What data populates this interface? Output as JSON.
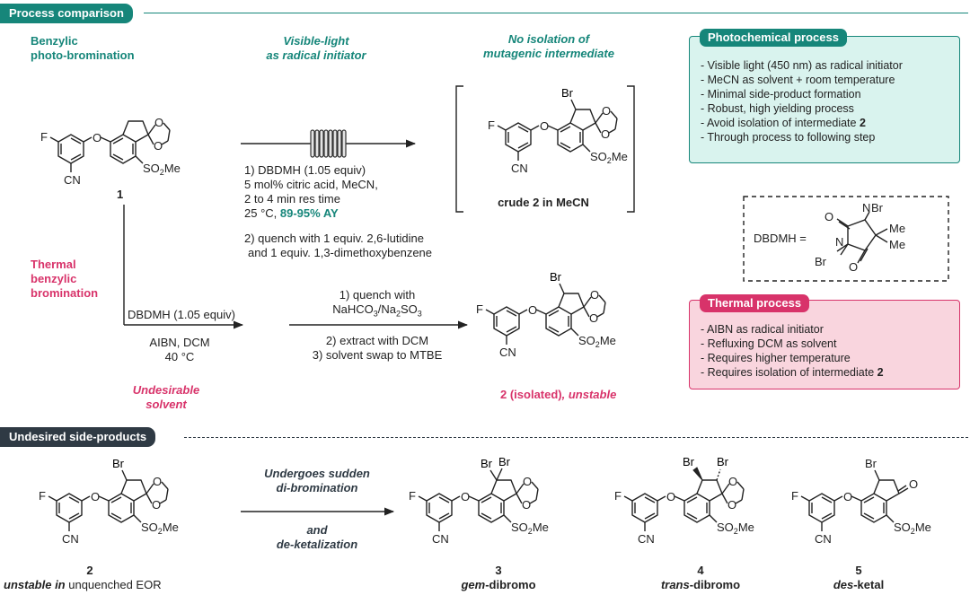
{
  "sections": {
    "process_comparison": "Process comparison",
    "side_products": "Undesired side-products"
  },
  "photo": {
    "title_line1": "Benzylic",
    "title_line2": "photo-bromination",
    "initiator_line1": "Visible-light",
    "initiator_line2": "as radical initiator",
    "no_isolation_line1": "No isolation of",
    "no_isolation_line2": "mutagenic intermediate",
    "cond1": "1) DBDMH (1.05 equiv)",
    "cond2": "5 mol% citric acid, MeCN,",
    "cond3": "2 to 4 min res time",
    "cond4_prefix": "25 °C, ",
    "cond4_yield": "89-95% AY",
    "quench1": "2) quench with 1 equiv. 2,6-lutidine",
    "quench2": "and 1 equiv. 1,3-dimethoxybenzene",
    "crude_label": "crude 2 in MeCN"
  },
  "thermal": {
    "title_line1": "Thermal",
    "title_line2": "benzylic",
    "title_line3": "bromination",
    "reagent": "DBDMH (1.05 equiv)",
    "cond1": "AIBN, DCM",
    "cond2": "40 °C",
    "undesirable1": "Undesirable",
    "undesirable2": "solvent",
    "work1": "1) quench with",
    "work2": "NaHCO3/Na2SO3",
    "work3": "2) extract with DCM",
    "work4": "3) solvent swap to MTBE",
    "isolated_label": "2 (isolated)",
    "unstable": ", unstable"
  },
  "photo_box": {
    "title": "Photochemical process",
    "items": [
      "- Visible light (450  nm) as radical initiator",
      "- MeCN as solvent + room temperature",
      "- Minimal side-product formation",
      "- Robust, high yielding process",
      "- Avoid isolation of intermediate ",
      "- Through process to following step"
    ],
    "item5_bold": "2"
  },
  "thermal_box": {
    "title": "Thermal process",
    "items": [
      "- AIBN as radical initiator",
      "- Refluxing DCM as solvent",
      "- Requires higher temperature",
      "- Requires  isolation of intermediate "
    ],
    "item4_bold": "2"
  },
  "dbdmh": {
    "label": "DBDMH ="
  },
  "compounds": {
    "c1": "1",
    "c2": "2",
    "c2_caption_ital": "unstable in",
    "c2_caption_rest": " unquenched  EOR",
    "c3": "3",
    "c3_ital": "gem",
    "c3_rest": "-dibromo",
    "c4": "4",
    "c4_ital": "trans",
    "c4_rest": "-dibromo",
    "c5": "5",
    "c5_ital": "des",
    "c5_rest": "-ketal"
  },
  "side": {
    "line1": "Undergoes sudden",
    "line2": "di-bromination",
    "line3": "and",
    "line4": "de-ketalization"
  },
  "atoms": {
    "F": "F",
    "O": "O",
    "CN": "CN",
    "SO2Me": "SO2Me",
    "Br": "Br",
    "N": "N",
    "Me": "Me"
  },
  "colors": {
    "teal": "#16867a",
    "pink": "#d8336a",
    "dark": "#2f3a44",
    "teal_box": "#d9f3ee",
    "pink_box": "#f9d5de"
  }
}
